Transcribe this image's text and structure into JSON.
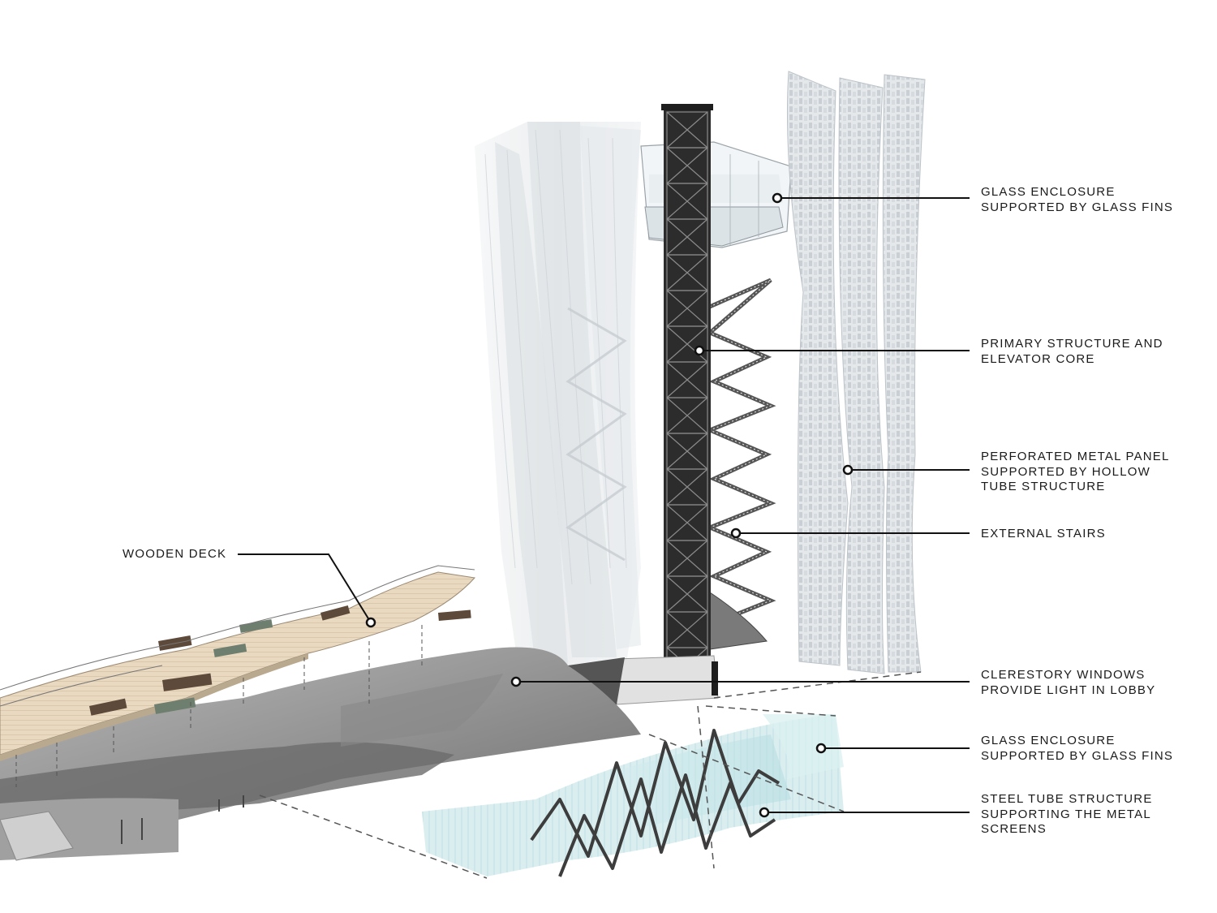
{
  "diagram": {
    "labels": {
      "glass_enclosure_top": "GLASS ENCLOSURE\nSUPPORTED BY GLASS FINS",
      "primary_structure": "PRIMARY STRUCTURE AND\nELEVATOR CORE",
      "perforated_panel": "PERFORATED METAL PANEL\nSUPPORTED BY HOLLOW\nTUBE STRUCTURE",
      "external_stairs": "EXTERNAL STAIRS",
      "wooden_deck": "WOODEN DECK",
      "clerestory": "CLERESTORY WINDOWS\nPROVIDE LIGHT IN LOBBY",
      "glass_enclosure_bottom": "GLASS ENCLOSURE\nSUPPORTED BY GLASS FINS",
      "steel_tube": "STEEL TUBE STRUCTURE\nSUPPORTING THE METAL\nSCREENS"
    },
    "colors": {
      "core": "#2b2b2b",
      "glass": "#e8eef0",
      "glass_blue": "#bfe3e6",
      "deck": "#e9d9c2",
      "concrete": "#9a9a9a",
      "leader": "#111111"
    }
  }
}
